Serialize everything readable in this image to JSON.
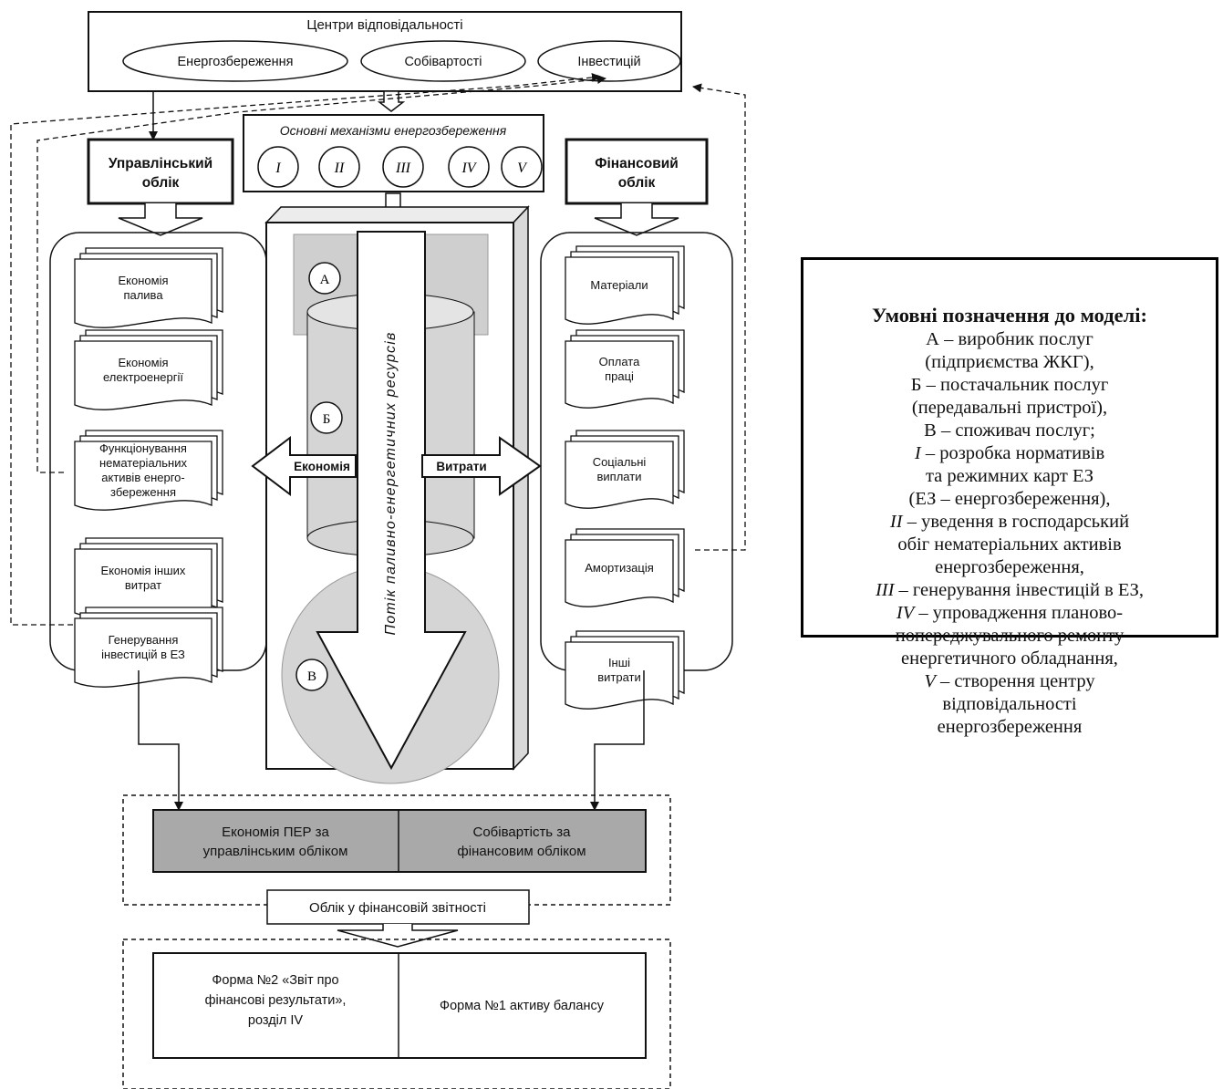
{
  "responsibility_centers": {
    "title": "Центри відповідальності",
    "items": [
      "Енергозбереження",
      "Собівартості",
      "Інвестицій"
    ]
  },
  "mechanisms": {
    "title": "Основні механізми енергозбереження",
    "items": [
      "I",
      "II",
      "III",
      "IV",
      "V"
    ]
  },
  "management_accounting": {
    "title_line1": "Управлінський",
    "title_line2": "облік",
    "docs": [
      {
        "lines": [
          "Економія",
          "палива"
        ]
      },
      {
        "lines": [
          "Економія",
          "електроенергії"
        ]
      },
      {
        "lines": [
          "Функціонування",
          "нематеріальних",
          "активів енерго-",
          "збереження"
        ]
      },
      {
        "lines": [
          "Економія інших",
          "витрат"
        ]
      },
      {
        "lines": [
          "Генерування",
          "інвестицій в ЕЗ"
        ]
      }
    ]
  },
  "financial_accounting": {
    "title_line1": "Фінансовий",
    "title_line2": "облік",
    "docs": [
      {
        "lines": [
          "Матеріали"
        ]
      },
      {
        "lines": [
          "Оплата",
          "праці"
        ]
      },
      {
        "lines": [
          "Соціальні",
          "виплати"
        ]
      },
      {
        "lines": [
          "Амортизація"
        ]
      },
      {
        "lines": [
          "Інші",
          "витрати"
        ]
      }
    ]
  },
  "center": {
    "flow_label": "Потік паливно-енергетичних ресурсів",
    "markers": [
      "А",
      "Б",
      "В"
    ],
    "savings_label": "Економія",
    "costs_label": "Витрати"
  },
  "summary": {
    "left_line1": "Економія ПЕР за",
    "left_line2": "управлінським обліком",
    "right_line1": "Собівартість за",
    "right_line2": "фінансовим обліком"
  },
  "reporting_label": "Облік у фінансовій звітності",
  "forms": {
    "left_line1": "Форма №2 «Звіт про",
    "left_line2": "фінансові результати»,",
    "left_line3": "розділ IV",
    "right": "Форма №1 активу балансу"
  },
  "legend": {
    "title": "Умовні позначення до моделі:",
    "lines": [
      [
        "",
        "А – виробник послуг"
      ],
      [
        "",
        "(підприємства ЖКГ),"
      ],
      [
        "",
        "Б – постачальник послуг"
      ],
      [
        "",
        "(передавальні пристрої),"
      ],
      [
        "",
        "В – споживач послуг;"
      ],
      [
        "I",
        " – розробка нормативів"
      ],
      [
        "",
        "та режимних  карт ЕЗ"
      ],
      [
        "",
        "(ЕЗ – енергозбереження),"
      ],
      [
        "II",
        " – уведення в господарський"
      ],
      [
        "",
        "обіг нематеріальних активів"
      ],
      [
        "",
        "енергозбереження,"
      ],
      [
        "III",
        " – генерування інвестицій в ЕЗ,"
      ],
      [
        "IV",
        " – упровадження планово-"
      ],
      [
        "",
        "попереджувального ремонту"
      ],
      [
        "",
        "енергетичного обладнання,"
      ],
      [
        "V",
        " – створення центру"
      ],
      [
        "",
        "відповідальності"
      ],
      [
        "",
        "енергозбереження"
      ]
    ]
  }
}
